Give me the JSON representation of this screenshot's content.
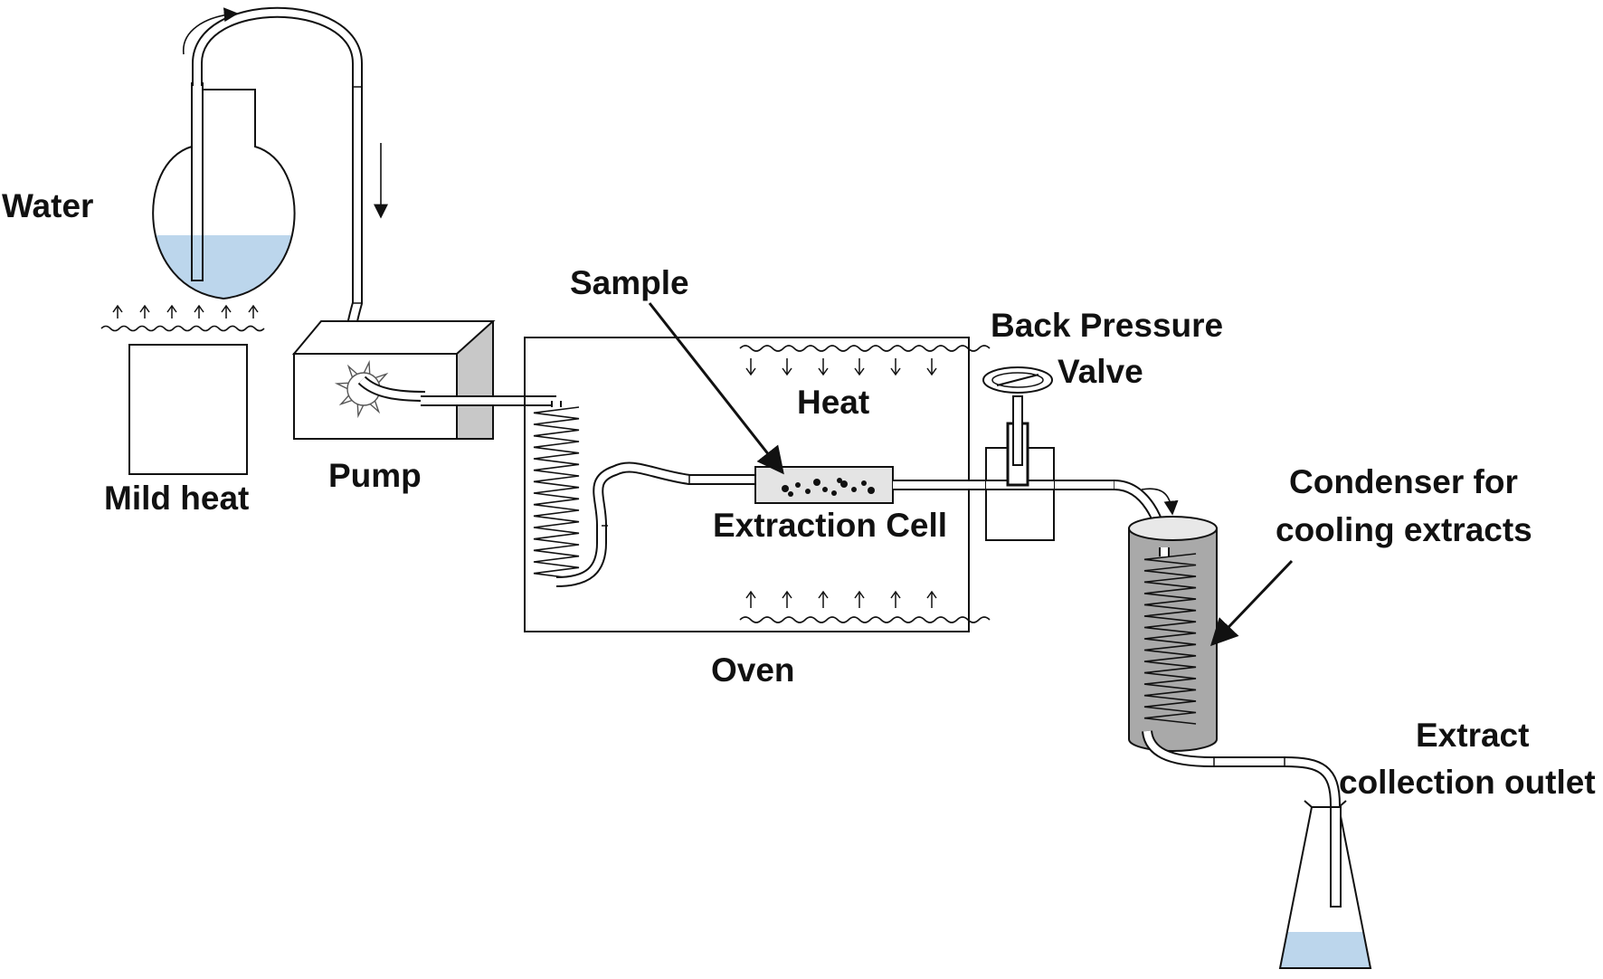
{
  "labels": {
    "water": "Water",
    "mild_heat": "Mild heat",
    "pump": "Pump",
    "sample": "Sample",
    "heat": "Heat",
    "extraction_cell": "Extraction Cell",
    "oven": "Oven",
    "back_pressure_line1": "Back Pressure",
    "back_pressure_line2": "Valve",
    "condenser_line1": "Condenser for",
    "condenser_line2": "cooling extracts",
    "outlet_line1": "Extract",
    "outlet_line2": "collection outlet"
  },
  "colors": {
    "water": "#bcd6ec",
    "condenser": "#a9a9a9",
    "pump_side": "#c8c8c8",
    "sample_cell": "#e4e4e4",
    "line": "#111111"
  }
}
